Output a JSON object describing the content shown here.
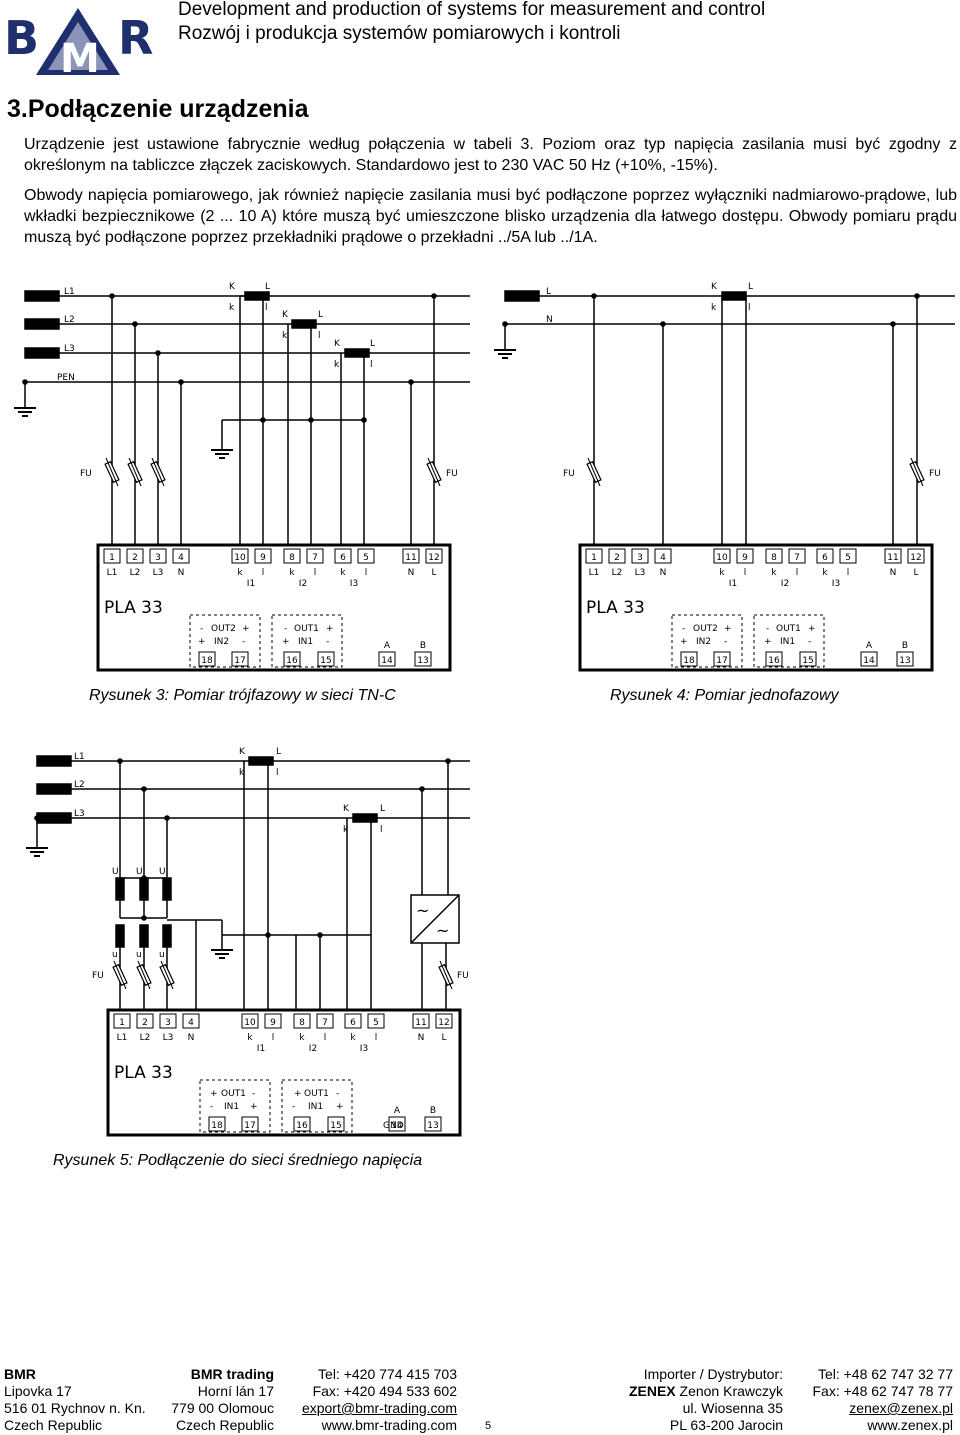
{
  "header": {
    "logo_text": "BMR",
    "line1": "Development and production of systems for measurement and control",
    "line2": "Rozwój i produkcja systemów pomiarowych i kontroli"
  },
  "section_title": "3.Podłączenie urządzenia",
  "paragraphs": [
    "Urządzenie jest ustawione fabrycznie według połączenia w tabeli 3. Poziom oraz typ napięcia zasilania musi być zgodny z określonym na tabliczce złączek zaciskowych. Standardowo jest to 230 VAC 50 Hz (+10%, -15%).",
    "Obwody napięcia pomiarowego, jak również napięcie zasilania musi być podłączone poprzez wyłączniki nadmiarowo-prądowe, lub wkładki bezpiecznikowe (2 ... 10 A) które muszą być umieszczone blisko urządzenia dla łatwego dostępu. Obwody pomiaru prądu muszą być podłączone poprzez przekładniki prądowe o przekładni ../5A lub ../1A."
  ],
  "figures": {
    "fig3_caption": "Rysunek 3: Pomiar trójfazowy w sieci TN-C",
    "fig4_caption": "Rysunek 4: Pomiar jednofazowy",
    "fig5_caption": "Rysunek 5: Podłączenie do sieci średniego napięcia",
    "device_name": "PLA 33",
    "labels": {
      "L1": "L1",
      "L2": "L2",
      "L3": "L3",
      "PEN": "PEN",
      "L": "L",
      "N": "N",
      "K": "K",
      "k": "k",
      "l": "l",
      "FU": "FU",
      "U": "U",
      "u": "u",
      "I1": "I1",
      "I2": "I2",
      "I3": "I3",
      "A": "A",
      "B": "B",
      "GND": "GND",
      "OUT1": "OUT1",
      "OUT2": "OUT2",
      "IN1": "IN1",
      "IN2": "IN2",
      "plus": "+",
      "minus": "-",
      "tilde": "~"
    },
    "top_terminals": [
      "1",
      "2",
      "3",
      "4",
      "10",
      "9",
      "8",
      "7",
      "6",
      "5",
      "11",
      "12"
    ],
    "top_terminal_labels": [
      "L1",
      "L2",
      "L3",
      "N",
      "k",
      "l",
      "k",
      "l",
      "k",
      "l",
      "N",
      "L"
    ],
    "bottom_terminals": [
      "18",
      "17",
      "16",
      "15",
      "14",
      "13"
    ]
  },
  "footer": {
    "col1": [
      "BMR",
      "Lipovka 17",
      "516 01 Rychnov n. Kn.",
      "Czech Republic"
    ],
    "col2": [
      "BMR trading",
      "Horní lán 17",
      "779 00 Olomouc",
      "Czech Republic"
    ],
    "col3": [
      "Tel: +420 774 415 703",
      "Fax: +420 494 533 602",
      "export@bmr-trading.com",
      "www.bmr-trading.com"
    ],
    "page_number": "5",
    "col4_line1": "Importer / Dystrybutor:",
    "col4_line2_bold": "ZENEX",
    "col4_line2_rest": " Zenon Krawczyk",
    "col4_line3": "ul. Wiosenna 35",
    "col4_line4": "PL 63-200 Jarocin",
    "col5": [
      "Tel: +48 62 747 32 77",
      "Fax: +48 62 747 78 77",
      "zenex@zenex.pl",
      "www.zenex.pl"
    ]
  }
}
